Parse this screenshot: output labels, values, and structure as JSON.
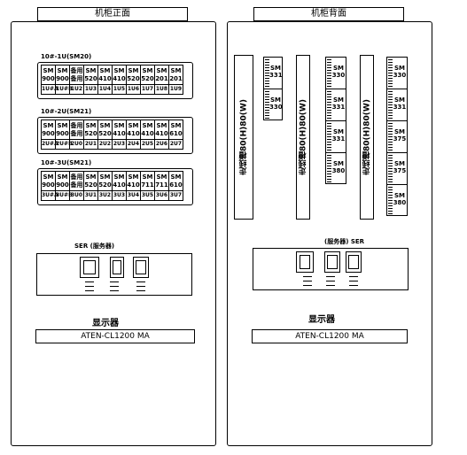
{
  "front": {
    "title": "机柜正面",
    "rails": [
      {
        "label": "10#-1U(SM20)",
        "cells": [
          {
            "a": "SM",
            "b": "900",
            "c": "1U#A"
          },
          {
            "a": "SM",
            "b": "900",
            "c": "1U#B"
          },
          {
            "a": "备用",
            "b": "备用",
            "c": "1U2"
          },
          {
            "a": "SM",
            "b": "520",
            "c": "1U3"
          },
          {
            "a": "SM",
            "b": "410",
            "c": "1U4"
          },
          {
            "a": "SM",
            "b": "410",
            "c": "1U5"
          },
          {
            "a": "SM",
            "b": "520",
            "c": "1U6"
          },
          {
            "a": "SM",
            "b": "520",
            "c": "1U7"
          },
          {
            "a": "SM",
            "b": "201",
            "c": "1U8"
          },
          {
            "a": "SM",
            "b": "201",
            "c": "1U9"
          }
        ]
      },
      {
        "label": "10#-2U(SM21)",
        "cells": [
          {
            "a": "SM",
            "b": "900",
            "c": "2U#A"
          },
          {
            "a": "SM",
            "b": "900",
            "c": "2U#B"
          },
          {
            "a": "备用",
            "b": "备用",
            "c": "2U0"
          },
          {
            "a": "SM",
            "b": "520",
            "c": "2U1"
          },
          {
            "a": "SM",
            "b": "520",
            "c": "2U2"
          },
          {
            "a": "SM",
            "b": "410",
            "c": "2U3"
          },
          {
            "a": "SM",
            "b": "410",
            "c": "2U4"
          },
          {
            "a": "SM",
            "b": "410",
            "c": "2U5"
          },
          {
            "a": "SM",
            "b": "410",
            "c": "2U6"
          },
          {
            "a": "SM",
            "b": "610",
            "c": "2U7"
          }
        ]
      },
      {
        "label": "10#-3U(SM21)",
        "cells": [
          {
            "a": "SM",
            "b": "900",
            "c": "3U#A"
          },
          {
            "a": "SM",
            "b": "900",
            "c": "3U#B"
          },
          {
            "a": "备用",
            "b": "备用",
            "c": "3U0"
          },
          {
            "a": "SM",
            "b": "520",
            "c": "3U1"
          },
          {
            "a": "SM",
            "b": "520",
            "c": "3U2"
          },
          {
            "a": "SM",
            "b": "410",
            "c": "3U3"
          },
          {
            "a": "SM",
            "b": "410",
            "c": "3U4"
          },
          {
            "a": "SM",
            "b": "711",
            "c": "3U5"
          },
          {
            "a": "SM",
            "b": "711",
            "c": "3U6"
          },
          {
            "a": "SM",
            "b": "610",
            "c": "3U7"
          }
        ]
      }
    ],
    "server_label": "SER (服务器)",
    "display_label": "显示器",
    "kvm_model": "ATEN-CL1200 MA"
  },
  "back": {
    "title": "机柜背面",
    "ducts": [
      "走线槽80(H)80(W)",
      "走线槽80(H)80(W)",
      "走线槽80(H)80(W)"
    ],
    "switch_columns": [
      [
        {
          "a": "SM",
          "b": "331"
        },
        {
          "a": "SM",
          "b": "330"
        }
      ],
      [
        {
          "a": "SM",
          "b": "330"
        },
        {
          "a": "SM",
          "b": "331"
        },
        {
          "a": "SM",
          "b": "331"
        },
        {
          "a": "SM",
          "b": "380"
        }
      ],
      [
        {
          "a": "SM",
          "b": "330"
        },
        {
          "a": "SM",
          "b": "331"
        },
        {
          "a": "SM",
          "b": "375"
        },
        {
          "a": "SM",
          "b": "375"
        },
        {
          "a": "SM",
          "b": "380"
        }
      ]
    ],
    "server_label": "(服务器) SER",
    "display_label": "显示器",
    "kvm_model": "ATEN-CL1200 MA"
  }
}
